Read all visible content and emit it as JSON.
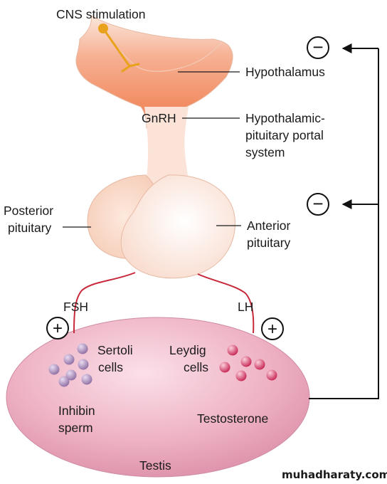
{
  "labels": {
    "cns_stimulation": "CNS stimulation",
    "hypothalamus": "Hypothalamus",
    "gnrh": "GnRH",
    "portal_line1": "Hypothalamic-",
    "portal_line2": "pituitary portal",
    "portal_line3": "system",
    "posterior_line1": "Posterior",
    "posterior_line2": "pituitary",
    "anterior_line1": "Anterior",
    "anterior_line2": "pituitary",
    "fsh": "FSH",
    "lh": "LH",
    "sertoli_line1": "Sertoli",
    "sertoli_line2": "cells",
    "leydig_line1": "Leydig",
    "leydig_line2": "cells",
    "inhibin_line1": "Inhibin",
    "inhibin_line2": "sperm",
    "testosterone": "Testosterone",
    "testis": "Testis"
  },
  "signs": {
    "inhibit_hypothalamus": "−",
    "inhibit_pituitary": "−",
    "stim_fsh": "+",
    "stim_lh": "+"
  },
  "watermark": "muhadharaty.com",
  "colors": {
    "neuron": "#e8a21b",
    "hypothalamus_shade": "#f08a5a",
    "gland": "#fbe3d8",
    "gland_edge": "#e7b9a3",
    "testis": "#e7a3b8",
    "hormone_line": "#c8283a",
    "sertoli_cell": "#a98ab8",
    "leydig_cell": "#d8456f"
  }
}
